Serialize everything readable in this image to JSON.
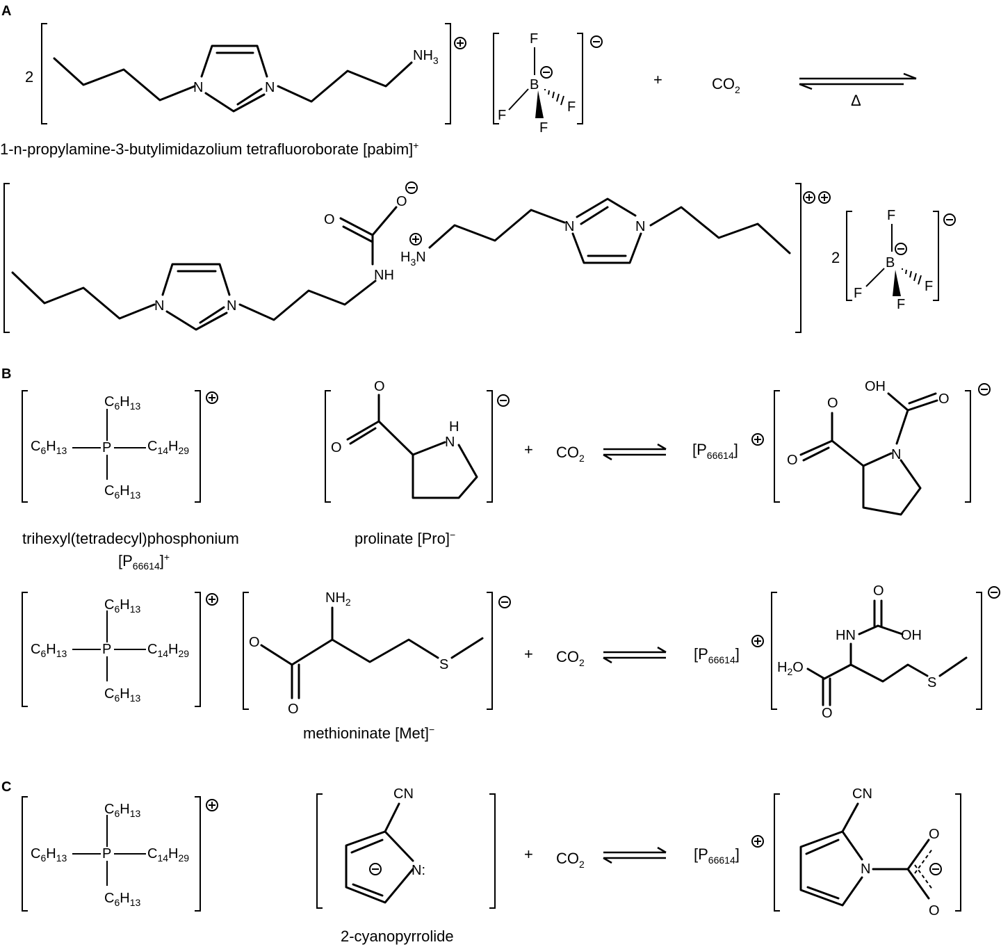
{
  "panels": {
    "a": "A",
    "b": "B",
    "c": "C"
  },
  "symbols": {
    "plus": "+",
    "co2": "CO",
    "co2_sub": "2",
    "delta": "Δ",
    "two": "2",
    "minus_charge": "−",
    "plus_charge": "+"
  },
  "atoms": {
    "N": "N",
    "B": "B",
    "F": "F",
    "O": "O",
    "P": "P",
    "S": "S",
    "NH": "NH",
    "HN": "HN",
    "OH": "OH",
    "H": "H",
    "CN": "CN",
    "N_lone": "N:",
    "nh3": {
      "base": "NH",
      "sub": "3"
    },
    "h3n": {
      "h": "H",
      "sub": "3",
      "n": "N"
    },
    "nh2": {
      "base": "NH",
      "sub": "2"
    },
    "h2o": {
      "h": "H",
      "sub": "2",
      "o": "O"
    },
    "c6h13": {
      "c": "C",
      "c_sub": "6",
      "h": "H",
      "h_sub": "13"
    },
    "c14h29": {
      "c": "C",
      "c_sub": "14",
      "h": "H",
      "h_sub": "29"
    },
    "p66614": {
      "open": "[P",
      "sub": "66614",
      "close": "]"
    }
  },
  "labels": {
    "pabim": {
      "text": "1-n-propylamine-3-butylimidazolium tetrafluoroborate [pabim]",
      "sup": "+"
    },
    "phosphonium_line1": "trihexyl(tetradecyl)phosphonium",
    "phosphonium_line2": {
      "open": "[P",
      "sub": "66614",
      "close": "]",
      "sup": "+"
    },
    "prolinate": {
      "text": "prolinate [Pro]",
      "sup": "−"
    },
    "methioninate": {
      "text": "methioninate [Met]",
      "sup": "−"
    },
    "cyanopyrrolide": "2-cyanopyrrolide"
  }
}
